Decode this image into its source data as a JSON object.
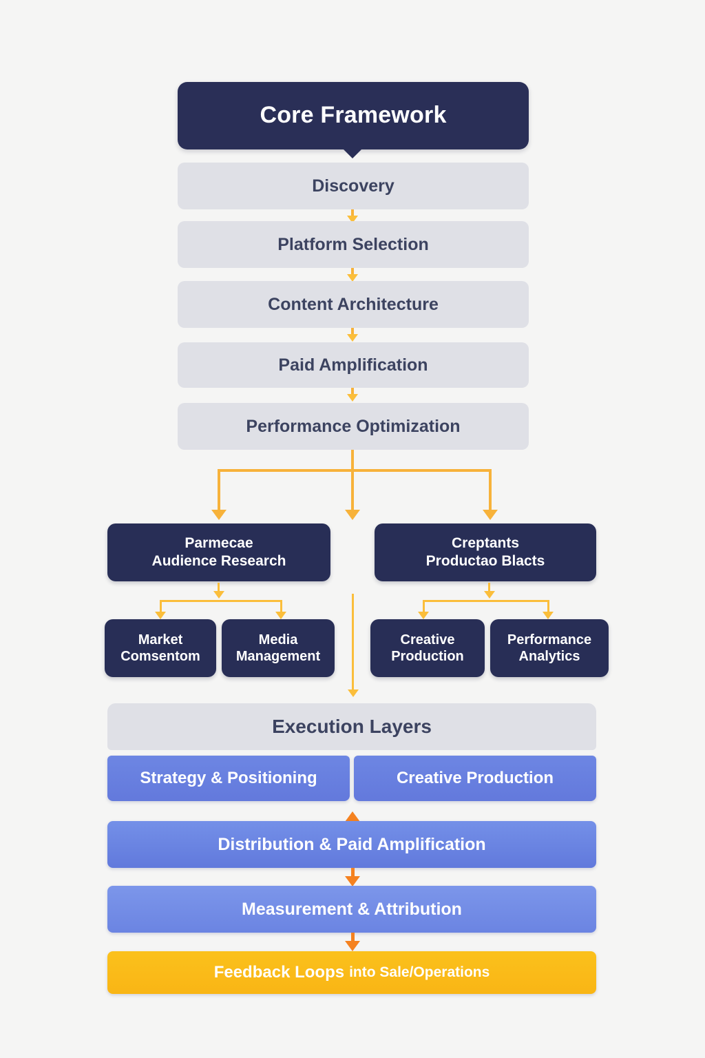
{
  "header": {
    "title": "Core Framework"
  },
  "pipeline": {
    "steps": [
      {
        "label": "Discovery"
      },
      {
        "label": "Platform Selection"
      },
      {
        "label": "Content Architecture"
      },
      {
        "label": "Paid Amplification"
      },
      {
        "label": "Performance Optimization"
      }
    ]
  },
  "branches": {
    "left": {
      "group_line1": "Parmecae",
      "group_line2": "Audience Research",
      "children": [
        {
          "line1": "Market",
          "line2": "Comsentom"
        },
        {
          "line1": "Media",
          "line2": "Management"
        }
      ]
    },
    "right": {
      "group_line1": "Creptants",
      "group_line2": "Productao Blacts",
      "children": [
        {
          "line1": "Creative",
          "line2": "Production"
        },
        {
          "line1": "Performance",
          "line2": "Analytics"
        }
      ]
    }
  },
  "execution": {
    "heading": "Execution Layers",
    "split_bars": [
      {
        "label": "Strategy & Positioning"
      },
      {
        "label": "Creative Production"
      }
    ],
    "full_bars": [
      {
        "label": "Distribution & Paid Amplification"
      },
      {
        "label": "Measurement & Attribution"
      }
    ],
    "feedback": {
      "label_main": "Feedback Loops",
      "label_sub": "into Sale/Operations"
    }
  },
  "colors": {
    "navy": "#2a2f57",
    "grey": "#dfe0e6",
    "indigo": "#6b84e0",
    "amber": "#fac11e",
    "connector": "#f7b23a",
    "connector_orange": "#f58220",
    "background": "#f5f5f4"
  }
}
